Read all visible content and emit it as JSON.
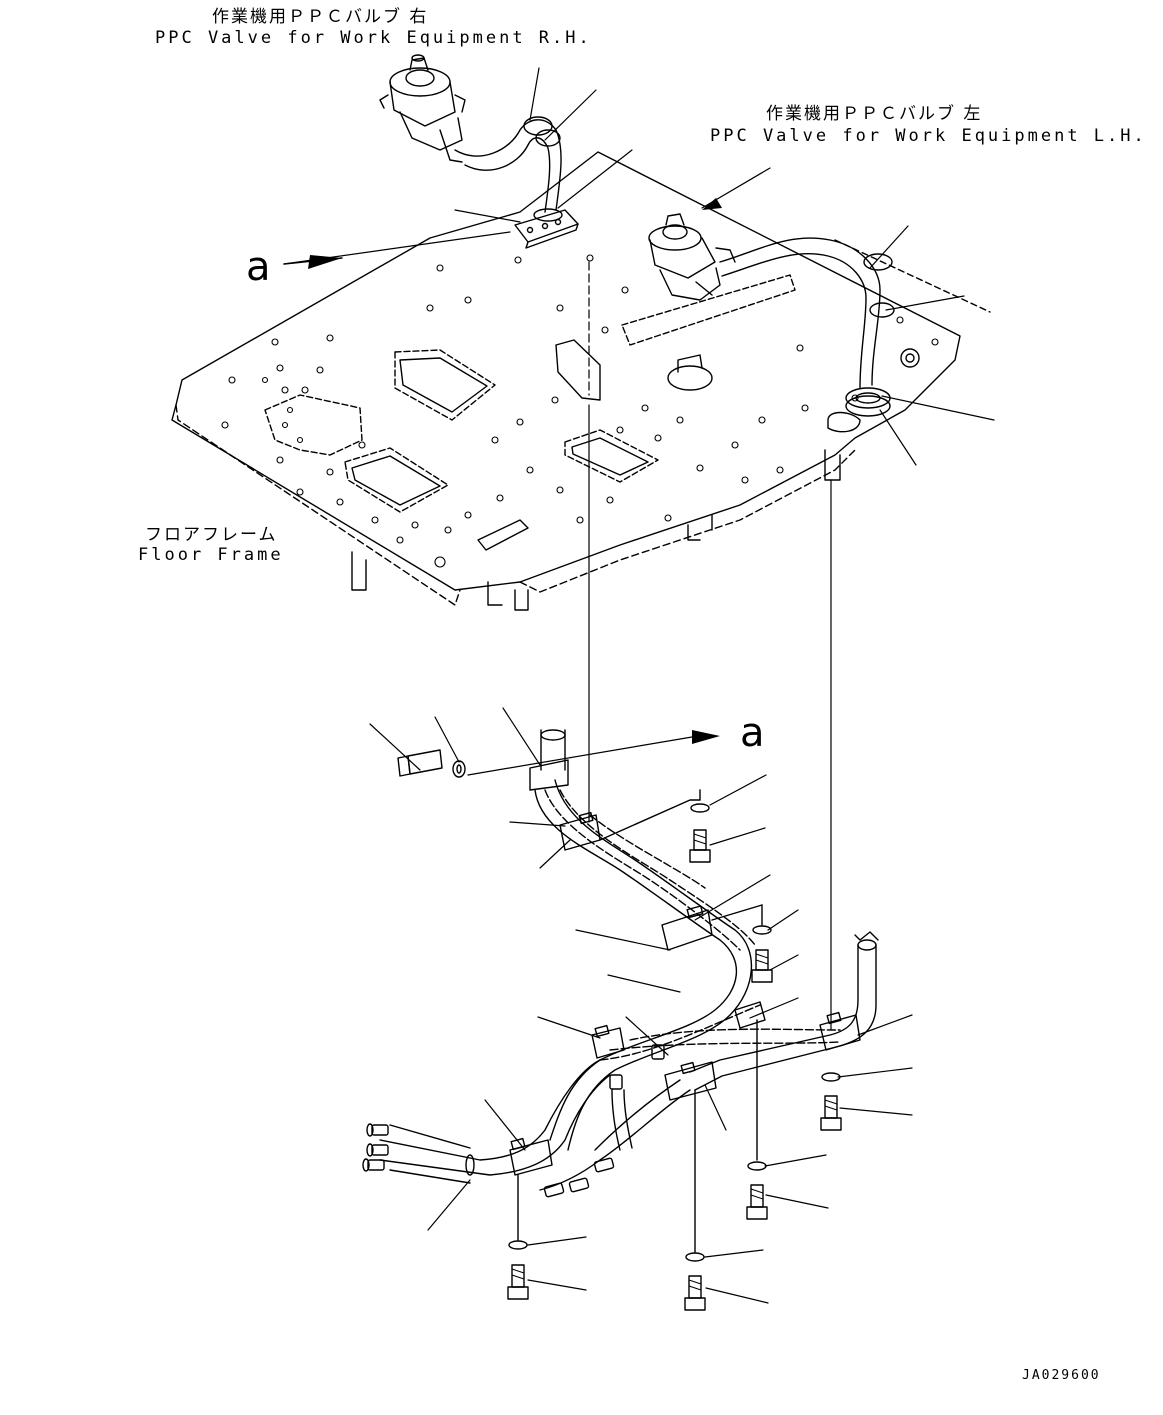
{
  "labels": {
    "valve_rh_jp": "作業機用ＰＰＣバルブ 右",
    "valve_rh_en": "PPC Valve for Work Equipment R.H.",
    "valve_lh_jp": "作業機用ＰＰＣバルブ 左",
    "valve_lh_en": "PPC Valve for Work Equipment L.H.",
    "floor_jp": "フロアフレーム",
    "floor_en": "Floor Frame",
    "ref_top": "a",
    "ref_bottom": "a",
    "drawing_code": "JA029600"
  }
}
